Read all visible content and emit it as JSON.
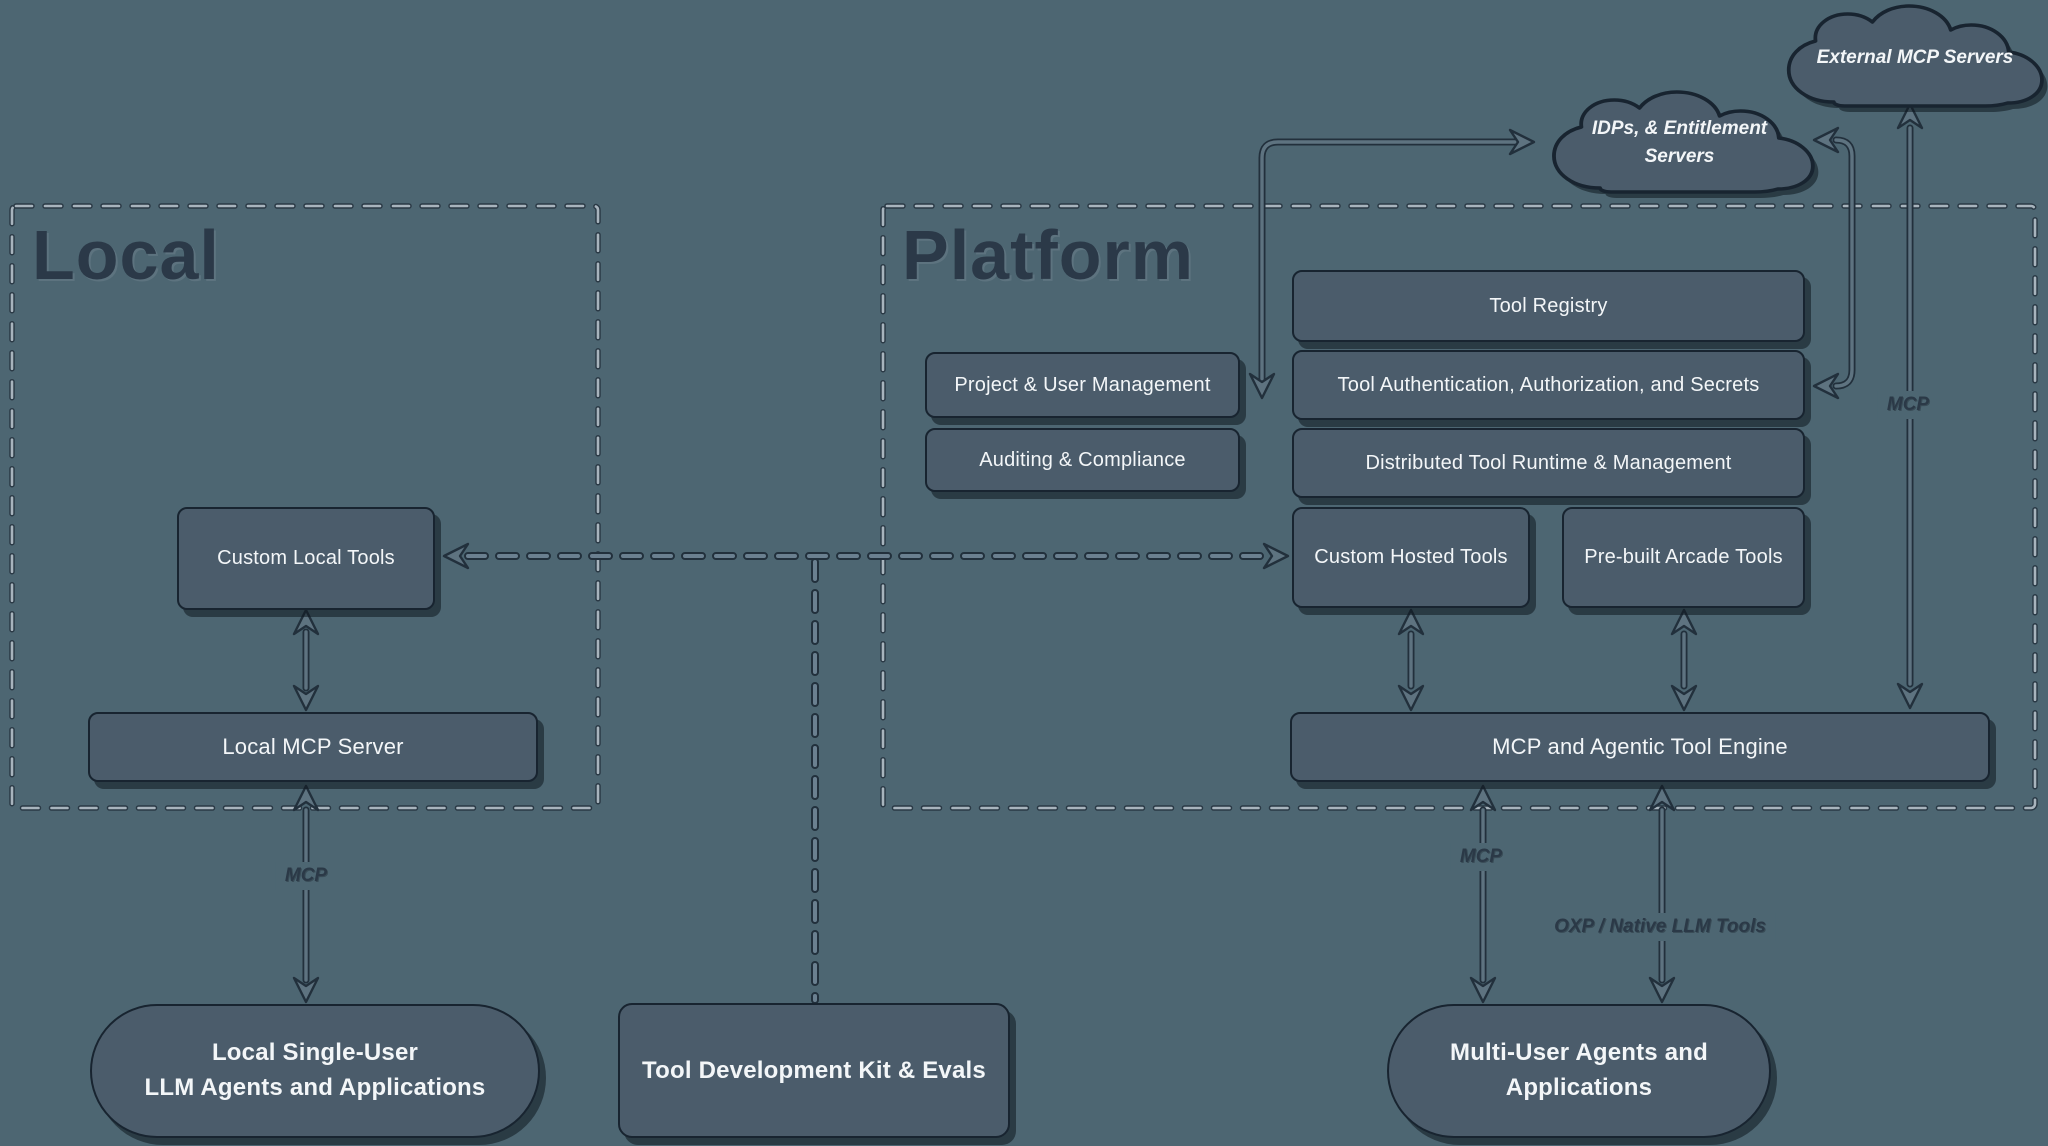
{
  "colors": {
    "background": "#4d6672",
    "node_fill": "#4b5c6b",
    "node_border": "#182430",
    "node_text": "#f3f6f8",
    "title_text": "#2b3948",
    "edge_dark": "#22303c",
    "edge_light": "#5e7380",
    "region_dash": "#a8b4bd",
    "edge_label_text": "#2b3947"
  },
  "regions": {
    "local": {
      "title": "Local"
    },
    "platform": {
      "title": "Platform"
    }
  },
  "clouds": {
    "external_mcp": {
      "label": "External MCP Servers"
    },
    "idp": {
      "line1": "IDPs, & Entitlement",
      "line2": "Servers"
    }
  },
  "nodes": {
    "tool_registry": {
      "label": "Tool Registry"
    },
    "project_user_mgmt": {
      "label": "Project & User Management"
    },
    "tool_auth": {
      "label": "Tool Authentication, Authorization, and Secrets"
    },
    "auditing": {
      "label": "Auditing & Compliance"
    },
    "distributed_runtime": {
      "label": "Distributed Tool Runtime & Management"
    },
    "custom_hosted": {
      "label": "Custom Hosted Tools"
    },
    "prebuilt_arcade": {
      "label": "Pre-built Arcade Tools"
    },
    "custom_local": {
      "label": "Custom Local Tools"
    },
    "local_mcp_server": {
      "label": "Local MCP Server"
    },
    "mcp_engine": {
      "label": "MCP and Agentic Tool Engine"
    },
    "tdk": {
      "label": "Tool Development Kit & Evals"
    },
    "local_single_user": {
      "line1": "Local Single-User",
      "line2": "LLM Agents and Applications"
    },
    "multi_user": {
      "line1": "Multi-User Agents and",
      "line2": "Applications"
    }
  },
  "edge_labels": {
    "mcp_local": "MCP",
    "mcp_external": "MCP",
    "mcp_engine": "MCP",
    "oxp": "OXP / Native LLM Tools"
  }
}
